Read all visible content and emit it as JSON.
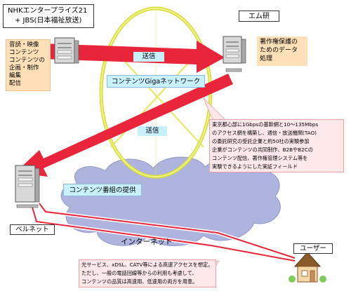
{
  "title_box": {
    "line1": "NHKエンタープライズ21",
    "line2": "+ JBS(日本福祉放送)"
  },
  "left_content_box": {
    "lines": [
      "音読・映像",
      "コンテンツ",
      "コンテンツの",
      "企画・制作",
      "編集",
      "配信"
    ]
  },
  "emken_label": "エム研",
  "emken_desc": {
    "lines": [
      "著作権保護の",
      "ためのデータ",
      "処理"
    ]
  },
  "arrow_top_label": "送信",
  "arrow_bottom_label": "送信",
  "network_label": "コンテンツGigaネットワーク",
  "callout_network": {
    "lines": [
      "東京都心部に1Gbpsの基幹網と10～135Mbps",
      "のアクセス網を構築し、通信・放送機関(TAO)",
      "の委託研究の受託企業と約50社の実験参加",
      "企業がコンテンツの共同制作、B2BやB2Cの",
      "コンテンツ配信、著作権管理システム等を",
      "実験できるようにした実証フィールド"
    ]
  },
  "content_provision_label": "コンテンツ番組の提供",
  "bellnet_label": "ベルネット",
  "internet_label": "インターネット",
  "user_label": "ユーザー",
  "callout_bottom": {
    "lines": [
      "光サービス、xDSL、CATV等による高速アクセスを想定。",
      "ただし、一般の電話回線等からの利用も考慮して、",
      "コンテンツの品質は高速用、低速用の両方を用意。"
    ]
  },
  "colors": {
    "arrow": "#e8253a",
    "ellipse": "#e3e85a",
    "label_bg": "#c8f0ff",
    "callout_bg": "#ffe8ea",
    "content_bg": "#ffe0b8",
    "cloud": "#aeb4dd"
  }
}
